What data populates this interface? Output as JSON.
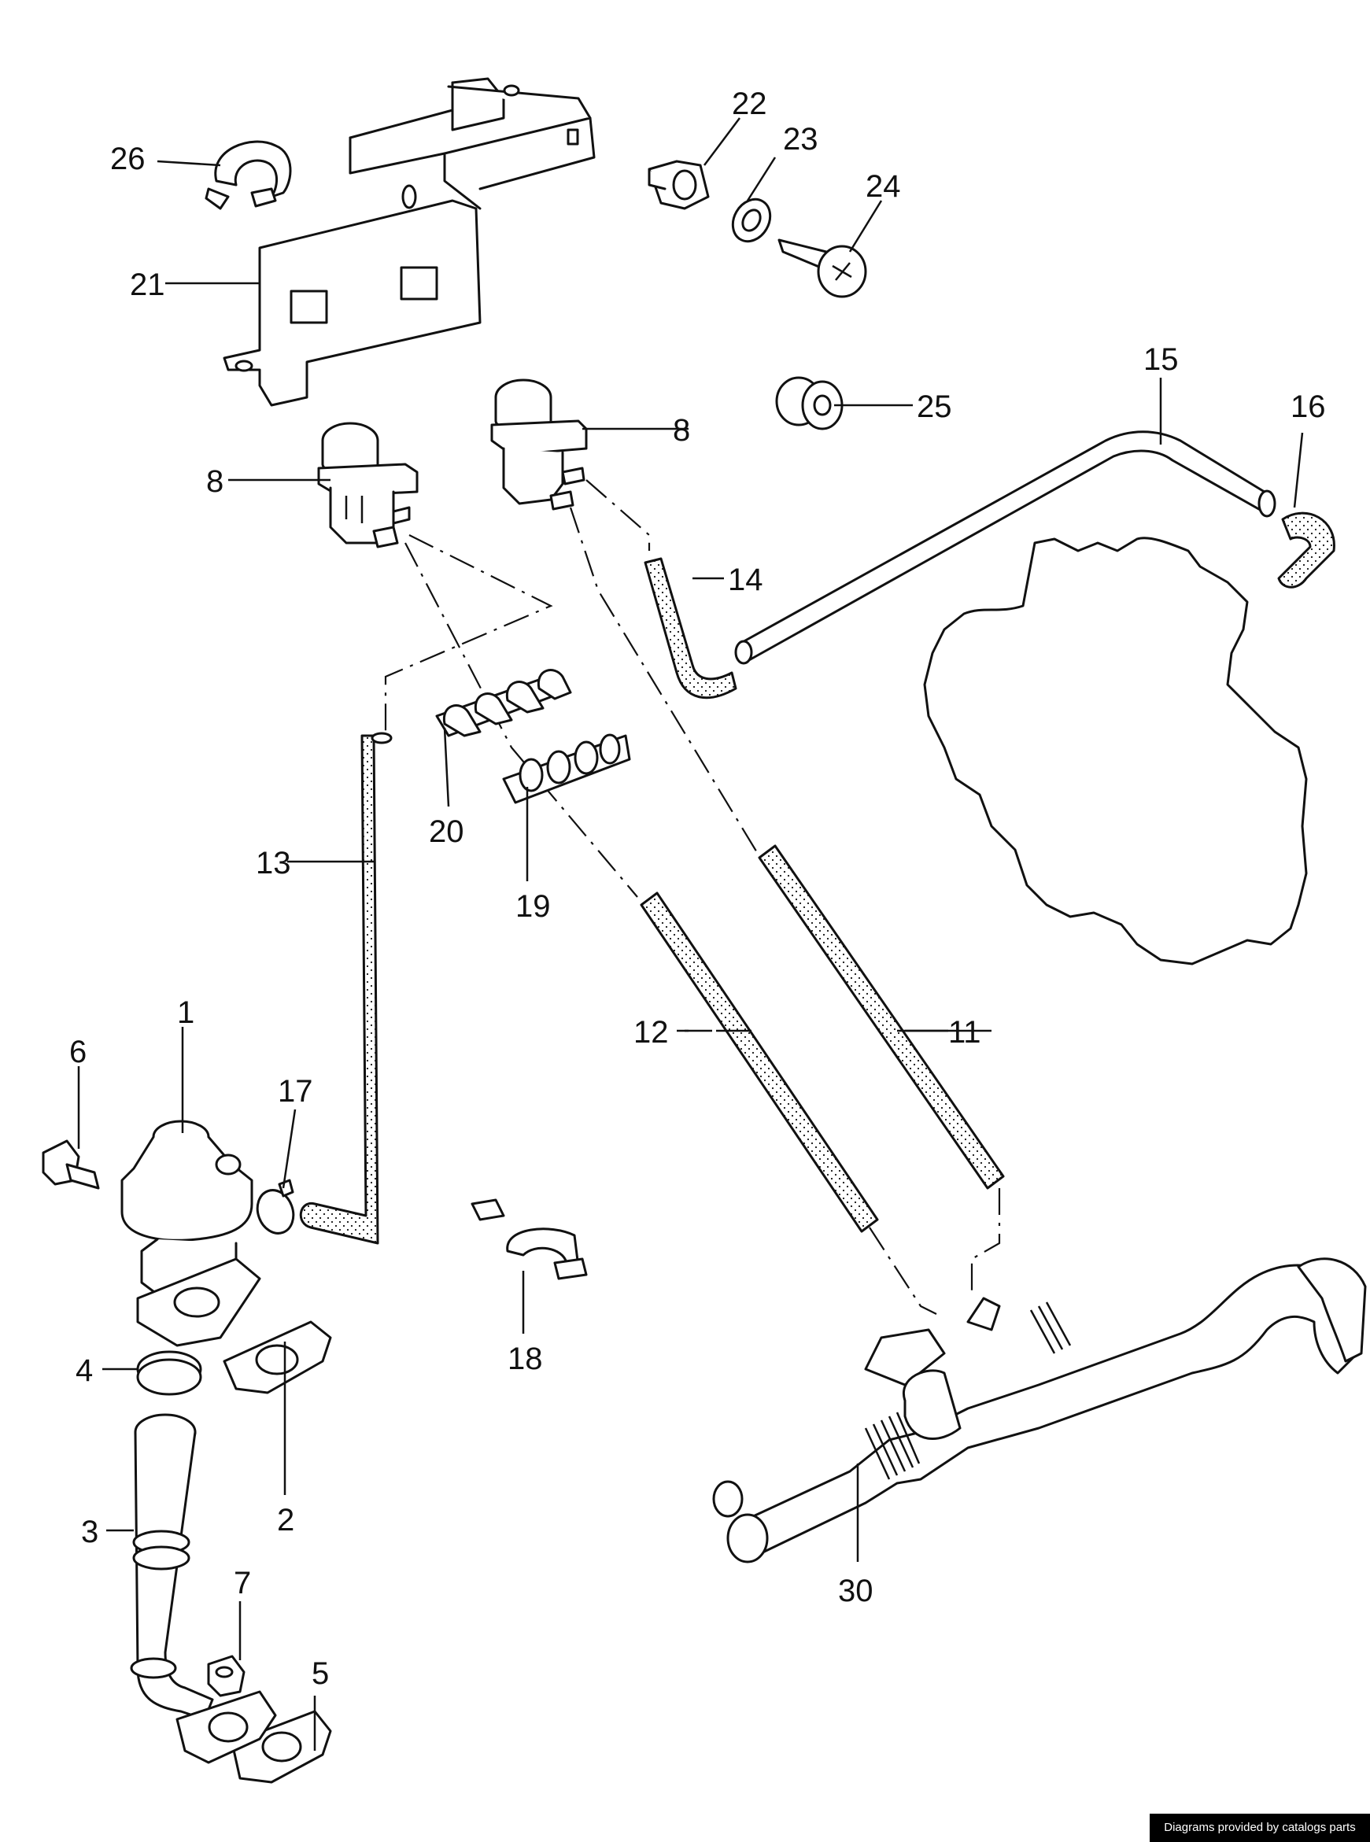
{
  "callouts": [
    {
      "id": "1",
      "label": "1"
    },
    {
      "id": "2",
      "label": "2"
    },
    {
      "id": "3",
      "label": "3"
    },
    {
      "id": "4",
      "label": "4"
    },
    {
      "id": "5",
      "label": "5"
    },
    {
      "id": "6",
      "label": "6"
    },
    {
      "id": "7",
      "label": "7"
    },
    {
      "id": "8a",
      "label": "8"
    },
    {
      "id": "8b",
      "label": "8"
    },
    {
      "id": "11",
      "label": "11"
    },
    {
      "id": "12",
      "label": "12"
    },
    {
      "id": "13",
      "label": "13"
    },
    {
      "id": "14",
      "label": "14"
    },
    {
      "id": "15",
      "label": "15"
    },
    {
      "id": "16",
      "label": "16"
    },
    {
      "id": "17",
      "label": "17"
    },
    {
      "id": "18",
      "label": "18"
    },
    {
      "id": "19",
      "label": "19"
    },
    {
      "id": "20",
      "label": "20"
    },
    {
      "id": "21",
      "label": "21"
    },
    {
      "id": "22",
      "label": "22"
    },
    {
      "id": "23",
      "label": "23"
    },
    {
      "id": "24",
      "label": "24"
    },
    {
      "id": "25",
      "label": "25"
    },
    {
      "id": "26",
      "label": "26"
    },
    {
      "id": "30",
      "label": "30"
    }
  ],
  "credit": "Diagrams provided by catalogs parts",
  "colors": {
    "line": "#111111",
    "background": "#ffffff",
    "credit_bg": "#000000",
    "credit_text": "#ffffff"
  }
}
